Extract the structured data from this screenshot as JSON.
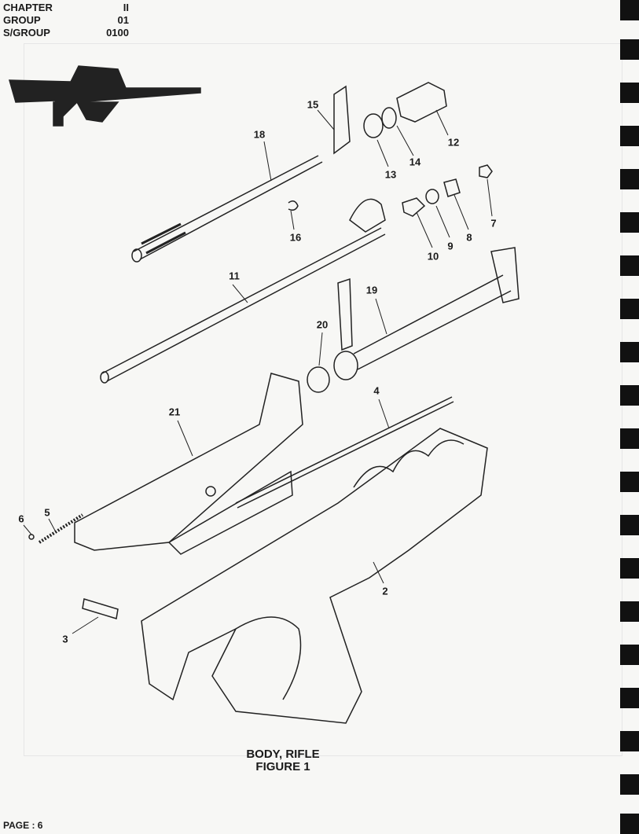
{
  "header": {
    "chapter_label": "CHAPTER",
    "chapter_value": "II",
    "group_label": "GROUP",
    "group_value": "01",
    "subgroup_label": "S/GROUP",
    "subgroup_value": "0100"
  },
  "callouts": [
    "15",
    "18",
    "12",
    "13",
    "14",
    "16",
    "7",
    "8",
    "9",
    "10",
    "11",
    "19",
    "20",
    "4",
    "21",
    "6",
    "5",
    "2",
    "3"
  ],
  "caption": {
    "title": "BODY, RIFLE",
    "figure": "FIGURE 1"
  },
  "footer": {
    "page": "PAGE : 6"
  }
}
